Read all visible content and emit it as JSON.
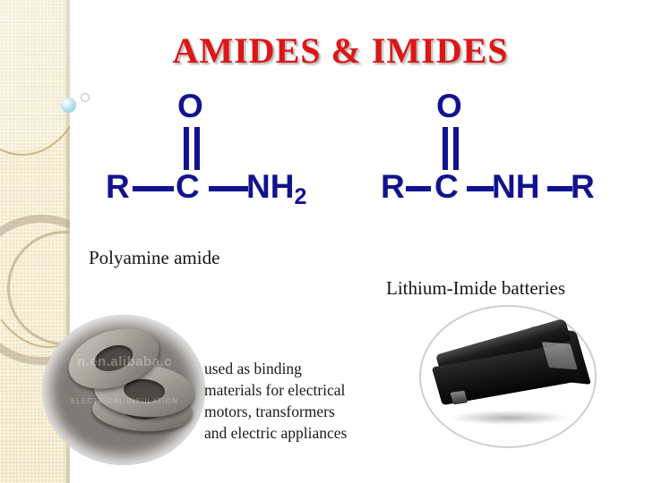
{
  "slide": {
    "title": "AMIDES & IMIDES",
    "title_color": "#dd1616",
    "structure_color": "#12128f",
    "background_color": "#ffffff",
    "band_color": "#f0e4bf"
  },
  "structures": {
    "amide": {
      "name": "amide-structure",
      "oxygen": "O",
      "carbon": "C",
      "left_group": "R",
      "right_group": "NH",
      "right_subscript": "2",
      "formula": "R—C(=O)—NH2"
    },
    "imide": {
      "name": "imide-structure",
      "oxygen": "O",
      "carbon": "C",
      "left_group": "R",
      "middle_group": "NH",
      "right_group": "R",
      "formula": "R—C(=O)—NH—R"
    }
  },
  "captions": {
    "amide": "Polyamine amide",
    "imide": "Lithium-Imide batteries"
  },
  "body_text": {
    "lines": [
      "used  as binding",
      "materials for electrical",
      "motors, transformers",
      "and electric appliances"
    ]
  },
  "photos": {
    "rings": {
      "alt": "stacked grey insulation washer rings",
      "watermark": "n.en.alibaba.c",
      "watermark_small": "ELECTRICAL INSULATION"
    },
    "battery": {
      "alt": "black laptop lithium battery pack"
    }
  }
}
